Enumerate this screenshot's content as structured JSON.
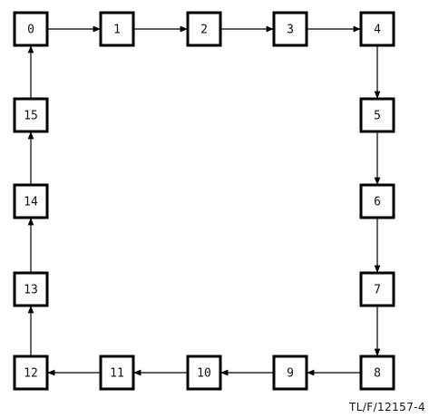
{
  "diagram": {
    "states": [
      {
        "id": "s0",
        "label": "0"
      },
      {
        "id": "s1",
        "label": "1"
      },
      {
        "id": "s2",
        "label": "2"
      },
      {
        "id": "s3",
        "label": "3"
      },
      {
        "id": "s4",
        "label": "4"
      },
      {
        "id": "s5",
        "label": "5"
      },
      {
        "id": "s6",
        "label": "6"
      },
      {
        "id": "s7",
        "label": "7"
      },
      {
        "id": "s8",
        "label": "8"
      },
      {
        "id": "s9",
        "label": "9"
      },
      {
        "id": "s10",
        "label": "10"
      },
      {
        "id": "s11",
        "label": "11"
      },
      {
        "id": "s12",
        "label": "12"
      },
      {
        "id": "s13",
        "label": "13"
      },
      {
        "id": "s14",
        "label": "14"
      },
      {
        "id": "s15",
        "label": "15"
      }
    ],
    "transitions": [
      {
        "from": "s0",
        "to": "s1"
      },
      {
        "from": "s1",
        "to": "s2"
      },
      {
        "from": "s2",
        "to": "s3"
      },
      {
        "from": "s3",
        "to": "s4"
      },
      {
        "from": "s4",
        "to": "s5"
      },
      {
        "from": "s5",
        "to": "s6"
      },
      {
        "from": "s6",
        "to": "s7"
      },
      {
        "from": "s7",
        "to": "s8"
      },
      {
        "from": "s8",
        "to": "s9"
      },
      {
        "from": "s9",
        "to": "s10"
      },
      {
        "from": "s10",
        "to": "s11"
      },
      {
        "from": "s11",
        "to": "s12"
      },
      {
        "from": "s12",
        "to": "s13"
      },
      {
        "from": "s13",
        "to": "s14"
      },
      {
        "from": "s14",
        "to": "s15"
      },
      {
        "from": "s15",
        "to": "s0"
      }
    ],
    "figure_ref": "TL/F/12157-4"
  },
  "colors": {
    "box_stroke": "#000000",
    "box_fill": "#ffffff",
    "text": "#111111",
    "arrow": "#000000"
  }
}
